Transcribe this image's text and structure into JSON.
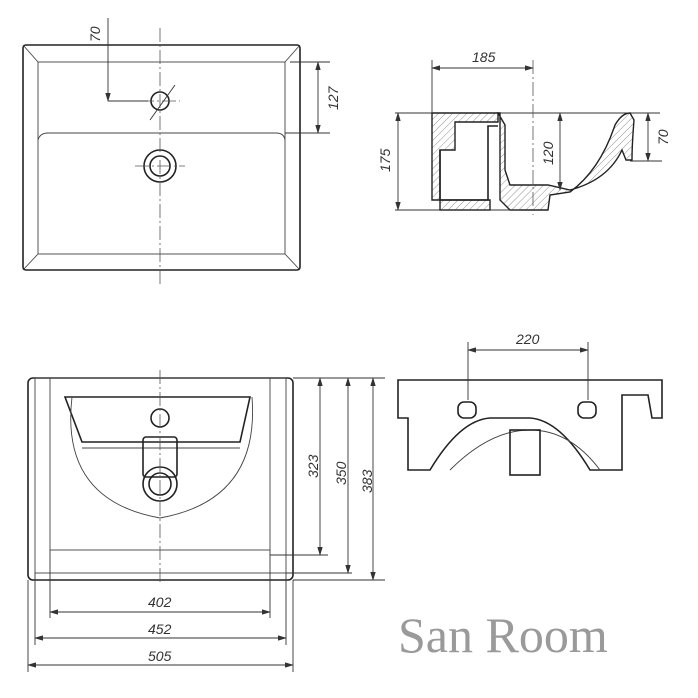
{
  "top_view": {
    "dim_tap_offset": "70",
    "dim_back_depth": "127"
  },
  "section_view": {
    "dim_drain_offset": "185",
    "dim_height": "175",
    "dim_bowl_depth": "120",
    "dim_rim_height": "70"
  },
  "plan_view": {
    "dim_inner_depth": "323",
    "dim_mid_depth": "350",
    "dim_total_depth": "383",
    "dim_inner_width": "402",
    "dim_mid_width": "452",
    "dim_total_width": "505"
  },
  "front_view": {
    "dim_bracket_spacing": "220"
  },
  "watermark": "San Room"
}
